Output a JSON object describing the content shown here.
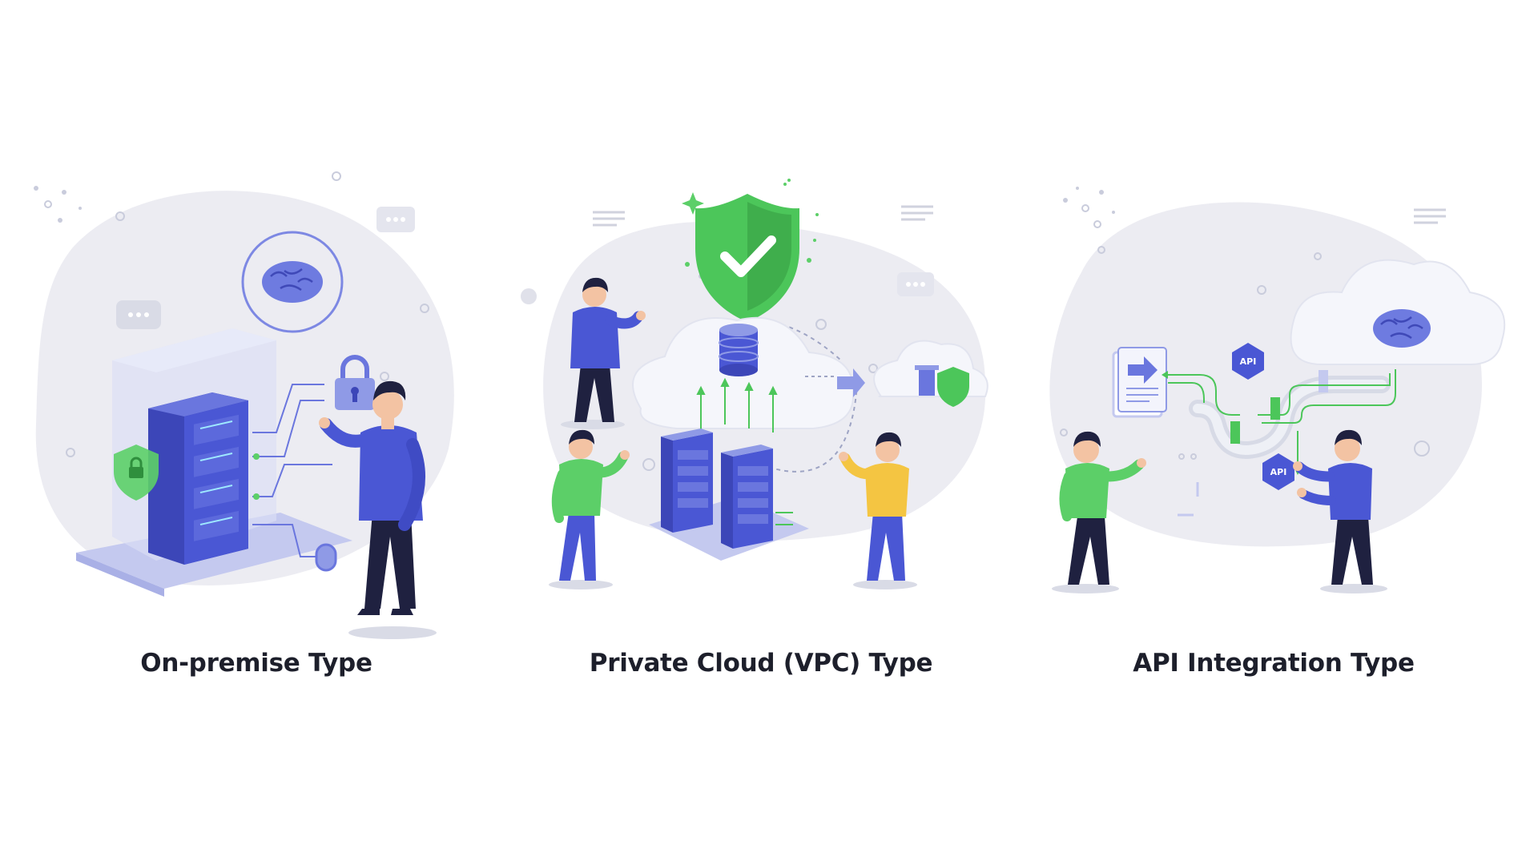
{
  "panels": [
    {
      "id": "on-premise",
      "caption": "On-premise Type"
    },
    {
      "id": "private-cloud",
      "caption": "Private Cloud (VPC) Type"
    },
    {
      "id": "api-integration",
      "caption": "API Integration Type"
    }
  ],
  "badges": {
    "api_top": "API",
    "api_bottom": "API"
  },
  "colors": {
    "primary_blue": "#4a57d4",
    "light_blue": "#8f9ae6",
    "accent_green": "#4cc65a",
    "blob_gray": "#ececf2",
    "person_yellow": "#f4c542",
    "caption_text": "#1d1f2b"
  }
}
